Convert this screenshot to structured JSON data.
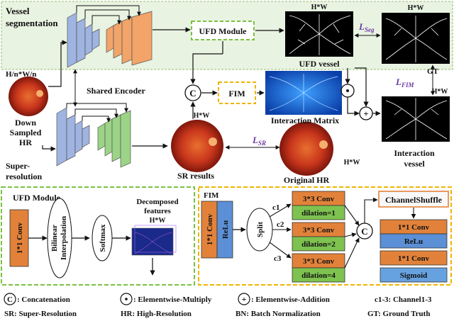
{
  "colors": {
    "top_panel_bg": "#e9f3e2",
    "top_panel_border": "#8fbf6a",
    "ufd_border": "#7ac142",
    "fim_border": "#f0b400",
    "encoder_blue": "#9fb4e0",
    "decoder_orange": "#f2a469",
    "decoder_green": "#9cd487",
    "conv_orange": "#e2823a",
    "conv_green": "#7ec24f",
    "relu_blue": "#5b8fd6",
    "sigmoid_blue": "#67a2e0",
    "loss_purple": "#6a3aa0",
    "retina_red": "#c9361c",
    "interaction_blue": "#2b7be0"
  },
  "top": {
    "vessel_segmentation": [
      "Vessel",
      "segmentation"
    ],
    "hw_top_vessel": "H*W",
    "ufd_module_label": "UFD Module",
    "ufd_vessel_label": "UFD vessel",
    "l_seg": [
      "L",
      "Seg"
    ],
    "l_fim": [
      "L",
      "FIM"
    ],
    "gt_label": "GT",
    "hw_gt": "H*W",
    "hw_top_right": "H*W",
    "input_size": "H/n*W/n",
    "shared_encoder": "Shared Encoder",
    "concat_symbol": "C",
    "fim_label": "FIM",
    "interaction_matrix": "Interaction Matrix",
    "multiply_symbol": "·",
    "add_symbol": "+",
    "down_sampled": [
      "Down",
      "Sampled",
      "HR"
    ],
    "hw_sr": "H*W",
    "l_sr": [
      "L",
      "SR"
    ],
    "super_resolution": [
      "Super-",
      "resolution"
    ],
    "sr_results": "SR results",
    "original_hr": "Original HR",
    "hw_original": "H*W",
    "interaction_vessel": [
      "Interaction",
      "vessel"
    ]
  },
  "ufd_detail": {
    "title": "UFD Module",
    "conv": "1*1 Conv",
    "bilinear": [
      "Bilinear",
      "Interpolation"
    ],
    "softmax": "Softmax",
    "decomposed": [
      "Decomposed",
      "features"
    ],
    "hw": "H*W"
  },
  "fim_detail": {
    "title": "FIM",
    "conv": "1*1 Conv",
    "relu": "ReLu",
    "split": "Split",
    "c1": "c1",
    "c2": "c2",
    "c3": "c3",
    "branch_conv": [
      "3*3 Conv",
      "3*3 Conv",
      "3*3 Conv"
    ],
    "dilations": [
      "dilation=1",
      "dilation=2",
      "dilation=4"
    ],
    "concat": "C",
    "channel_shuffle": "ChannelShuffle",
    "post_conv1": "1*1 Conv",
    "post_relu": "ReLu",
    "post_conv2": "1*1 Conv",
    "sigmoid": "Sigmoid"
  },
  "legend": {
    "concat_symbol": "C",
    "concat_text": ": Concatenation",
    "mult_symbol": "·",
    "mult_text": ": Elementwise-Multiply",
    "add_symbol": "+",
    "add_text": ": Elementwise-Addition",
    "channel_text": "c1-3: Channel1-3",
    "sr_text": "SR: Super-Resolution",
    "hr_text": "HR: High-Resolution",
    "bn_text": "BN: Batch Normalization",
    "gt_text": "GT: Ground Truth"
  }
}
